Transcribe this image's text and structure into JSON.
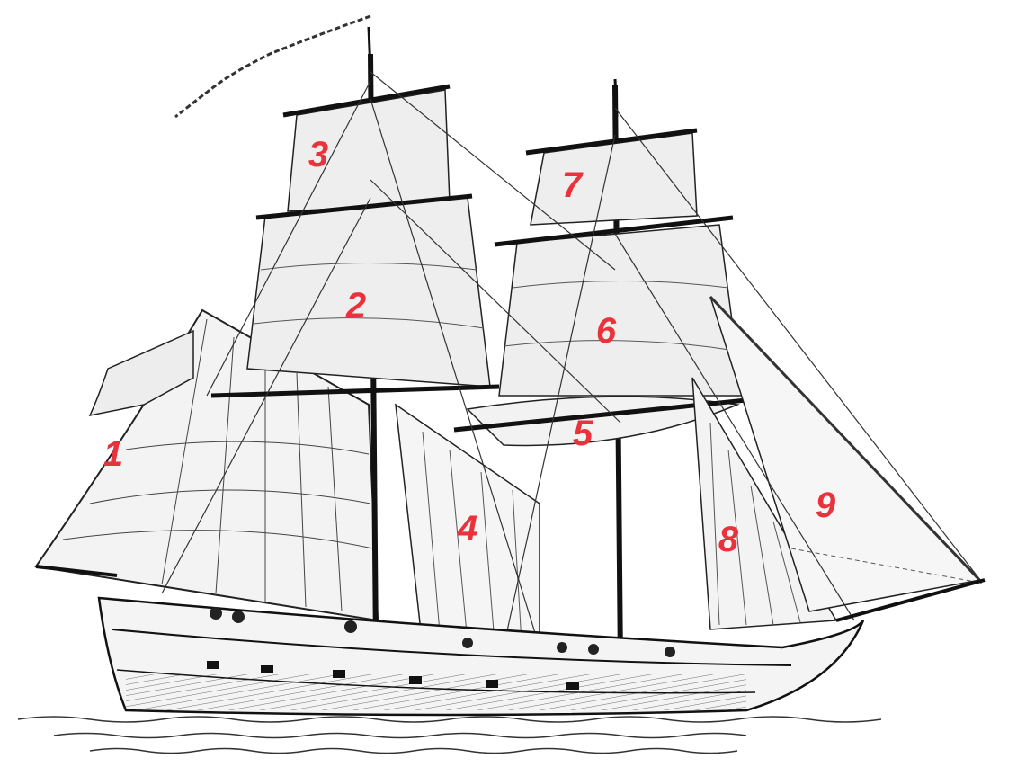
{
  "colors": {
    "background": "#ffffff",
    "ink": "#1a1a1a",
    "sail_fill": "#ebebeb",
    "label": "#e8323c"
  },
  "figure": {
    "illustration": "brig-sailing-ship-engraving",
    "labels": [
      {
        "id": "1",
        "text": "1"
      },
      {
        "id": "2",
        "text": "2"
      },
      {
        "id": "3",
        "text": "3"
      },
      {
        "id": "4",
        "text": "4"
      },
      {
        "id": "5",
        "text": "5"
      },
      {
        "id": "6",
        "text": "6"
      },
      {
        "id": "7",
        "text": "7"
      },
      {
        "id": "8",
        "text": "8"
      },
      {
        "id": "9",
        "text": "9"
      }
    ]
  }
}
